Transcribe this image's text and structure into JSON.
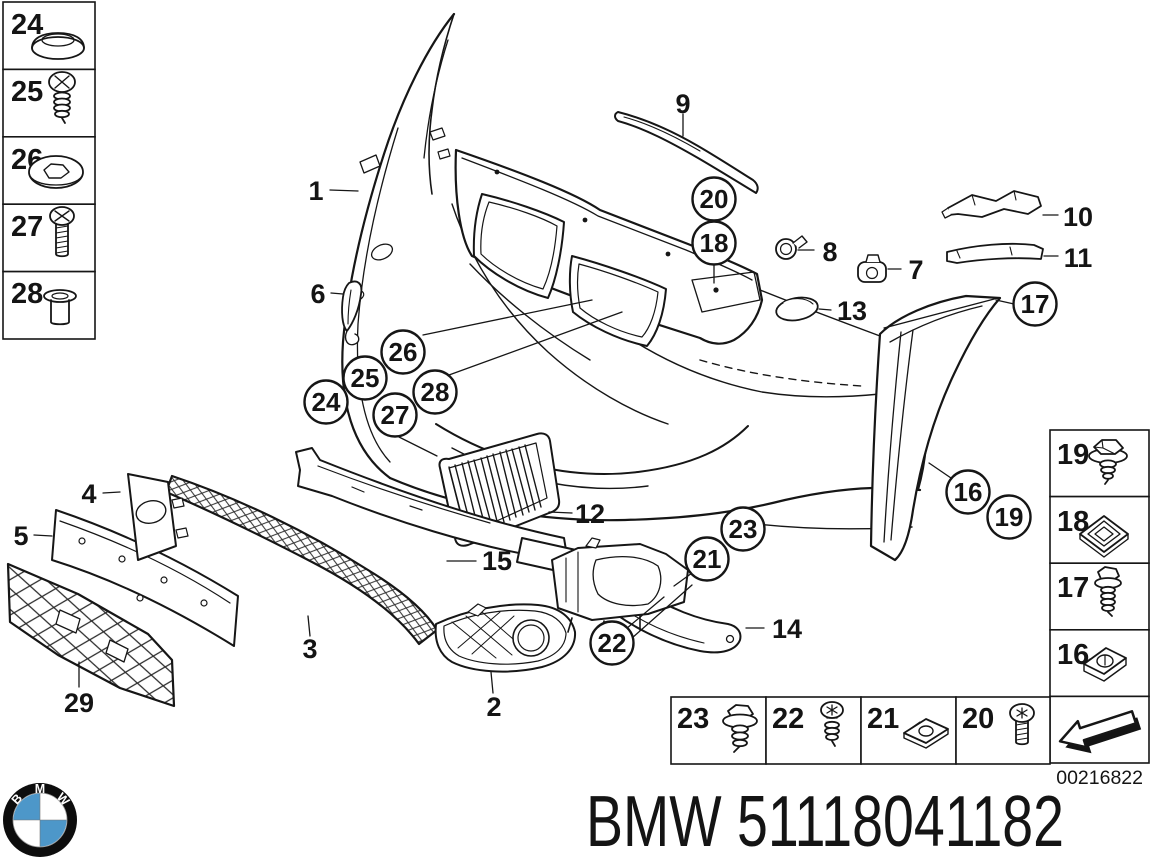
{
  "meta": {
    "diagram_number": "00216822"
  },
  "footer": {
    "caption": "BMW 51118041182",
    "logo_letters": {
      "b": "B",
      "m": "M",
      "w": "W"
    }
  },
  "colors": {
    "ink": "#141414",
    "logo_blue": "#4d97c9",
    "background": "#ffffff"
  },
  "callouts": {
    "plain": {
      "n1": "1",
      "n2": "2",
      "n3": "3",
      "n4": "4",
      "n5": "5",
      "n6": "6",
      "n7": "7",
      "n8": "8",
      "n9": "9",
      "n10": "10",
      "n11": "11",
      "n12": "12",
      "n13": "13",
      "n14": "14",
      "n15": "15",
      "n29": "29"
    },
    "circled": {
      "n16": "16",
      "n17": "17",
      "n18": "18",
      "n19": "19",
      "n20": "20",
      "n21": "21",
      "n22": "22",
      "n23": "23",
      "n24": "24",
      "n25": "25",
      "n26": "26",
      "n27": "27",
      "n28": "28"
    }
  },
  "legend": {
    "left_column": [
      {
        "number": "24",
        "part": "grommet"
      },
      {
        "number": "25",
        "part": "screw with coil thread"
      },
      {
        "number": "26",
        "part": "washer"
      },
      {
        "number": "27",
        "part": "phillips screw"
      },
      {
        "number": "28",
        "part": "spacer sleeve"
      }
    ],
    "right_column": [
      {
        "number": "19",
        "part": "hex flange screw"
      },
      {
        "number": "18",
        "part": "square clip nut"
      },
      {
        "number": "17",
        "part": "hex screw with washer"
      },
      {
        "number": "16",
        "part": "clip nut"
      }
    ],
    "bottom_row": [
      {
        "number": "23",
        "part": "hex flange screw"
      },
      {
        "number": "22",
        "part": "torx screw"
      },
      {
        "number": "21",
        "part": "clip nut"
      },
      {
        "number": "20",
        "part": "torx pan screw"
      }
    ]
  }
}
